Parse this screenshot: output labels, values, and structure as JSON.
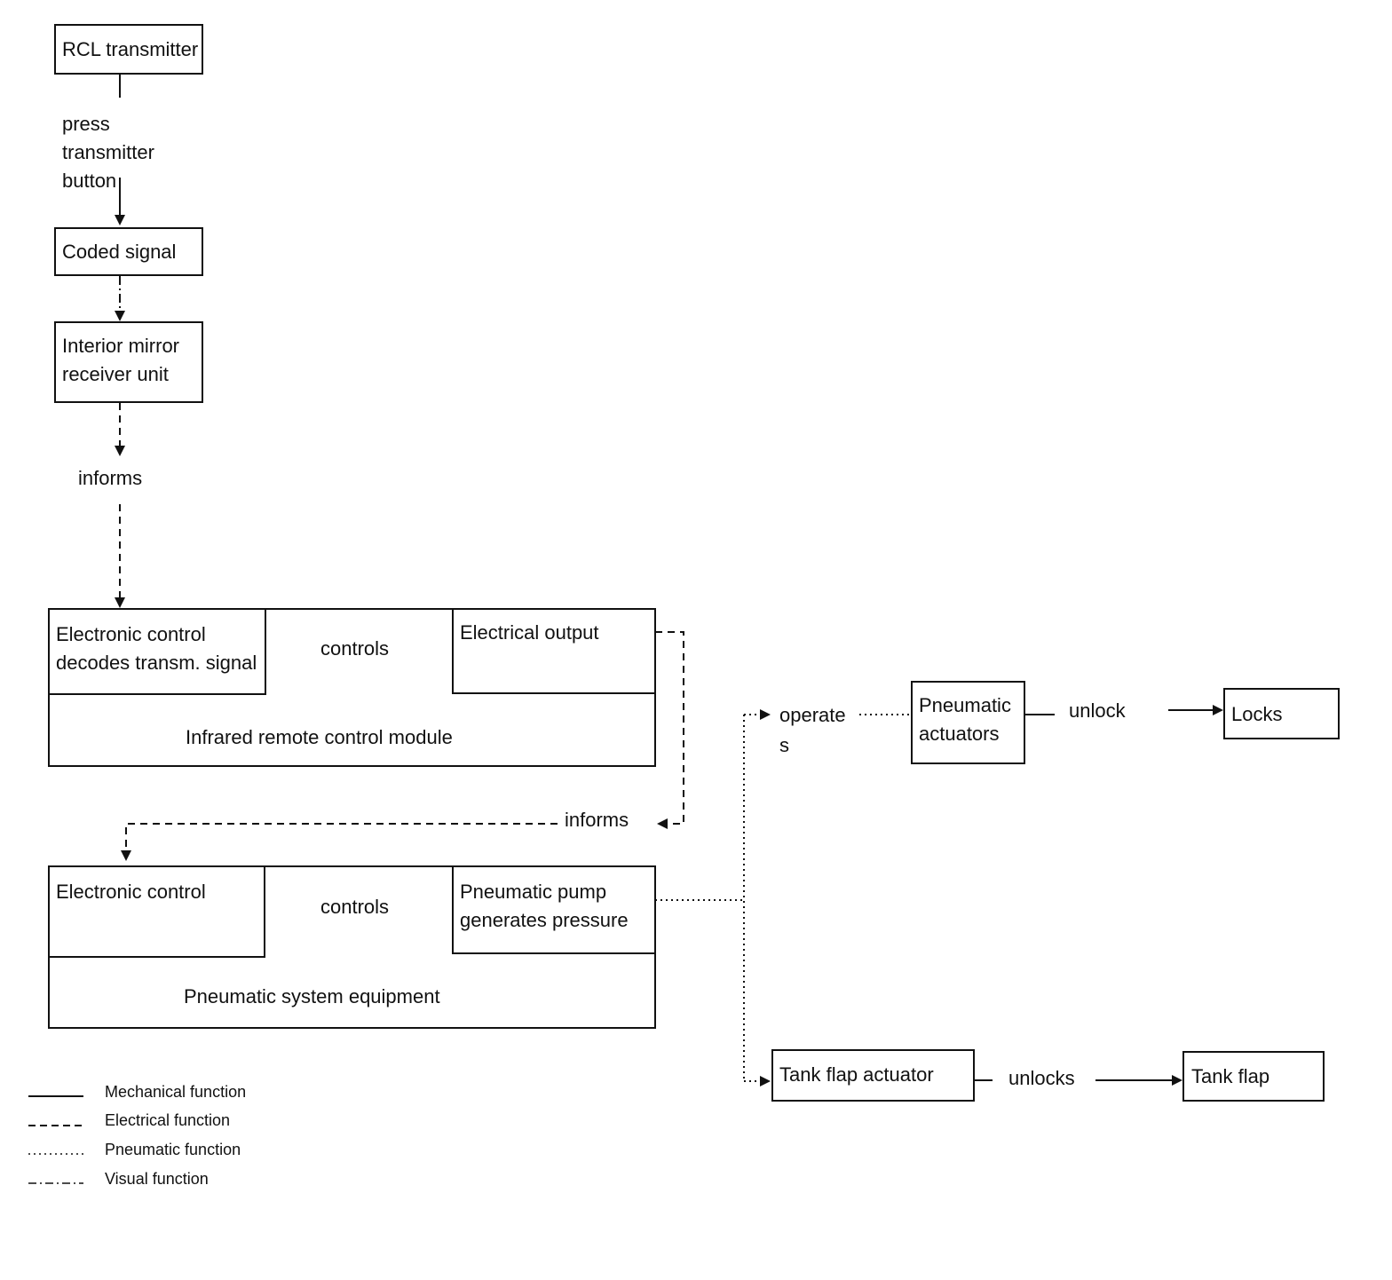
{
  "nodes": {
    "rcl_transmitter": "RCL transmitter",
    "coded_signal": "Coded signal",
    "mirror_receiver": [
      "Interior mirror",
      "receiver unit"
    ],
    "ec_decodes": [
      "Electronic control",
      "decodes transm. signal"
    ],
    "electrical_output": "Electrical output",
    "ir_module": "Infrared remote control module",
    "electronic_control": "Electronic control",
    "pneumatic_pump": [
      "Pneumatic pump",
      "generates pressure"
    ],
    "pneumatic_equipment": "Pneumatic system equipment",
    "pneumatic_actuators": [
      "Pneumatic",
      "actuators"
    ],
    "locks": "Locks",
    "tank_flap_actuator": "Tank flap actuator",
    "tank_flap": "Tank flap"
  },
  "edge_labels": {
    "press_button": [
      "press",
      "transmitter",
      "button"
    ],
    "informs_1": "informs",
    "controls_1": "controls",
    "informs_2": "informs",
    "controls_2": "controls",
    "operates": [
      "operate",
      "s"
    ],
    "unlock": "unlock",
    "unlocks": "unlocks"
  },
  "legend": [
    {
      "style": "solid",
      "label": "Mechanical function"
    },
    {
      "style": "dashed",
      "label": "Electrical function"
    },
    {
      "style": "dotted",
      "label": "Pneumatic function"
    },
    {
      "style": "dashdot",
      "label": "Visual function"
    }
  ]
}
